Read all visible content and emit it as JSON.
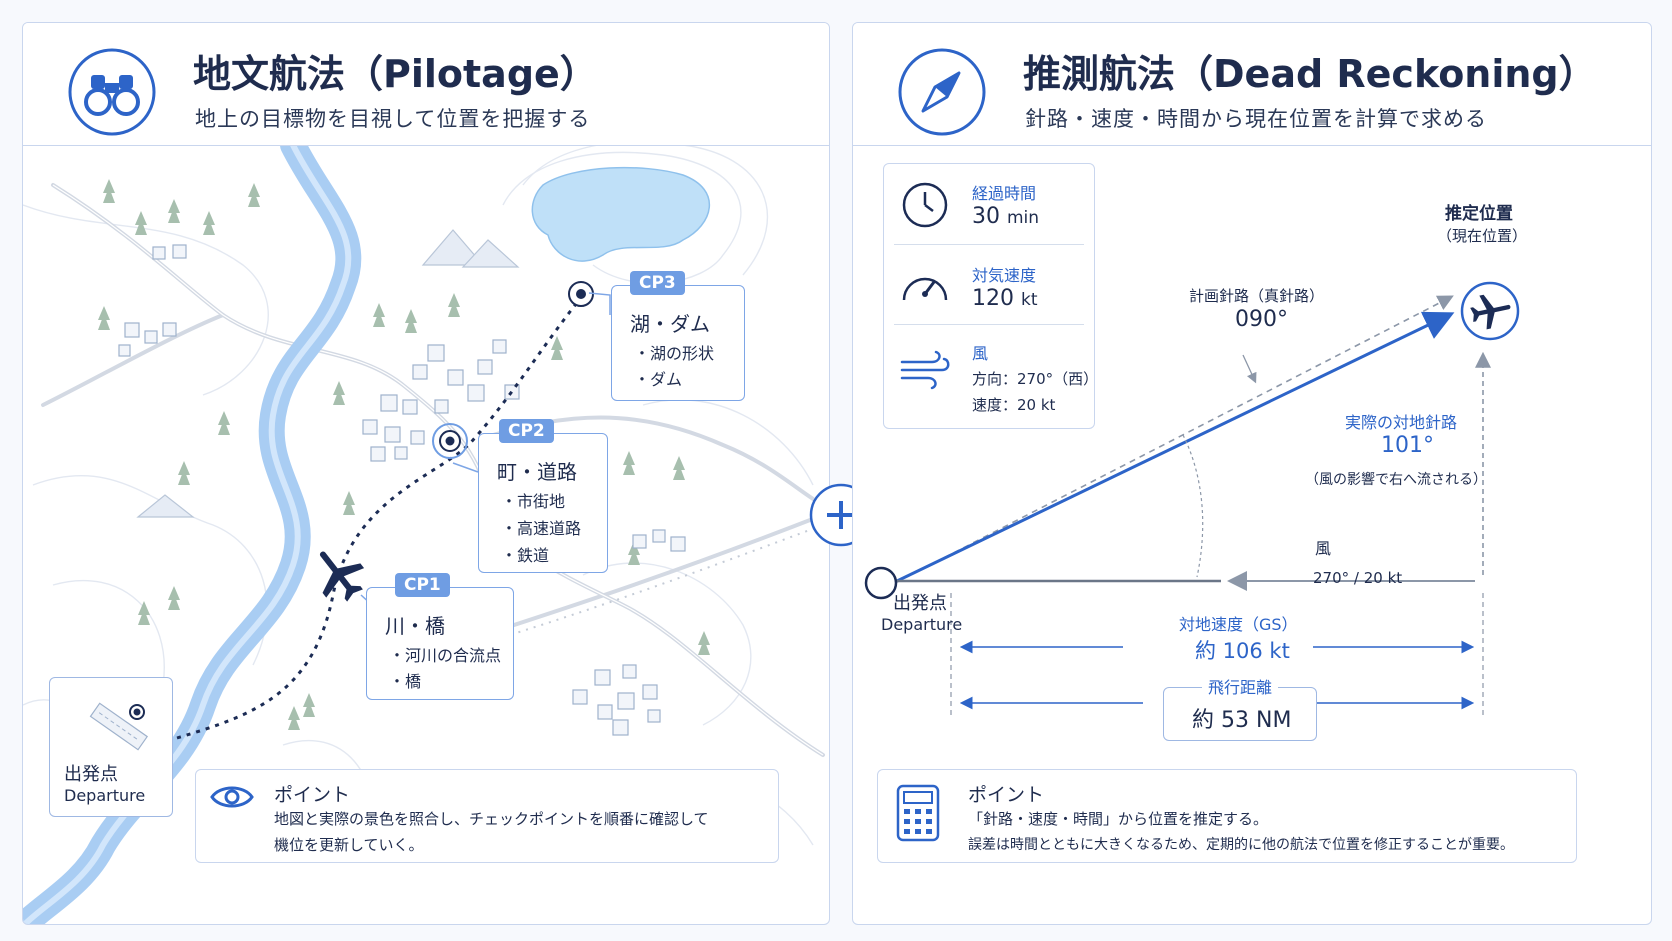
{
  "pilotage": {
    "title": "地文航法（Pilotage）",
    "subtitle": "地上の目標物を目視して位置を把握する",
    "departure": {
      "ja": "出発点",
      "en": "Departure"
    },
    "checkpoints": [
      {
        "tag": "CP1",
        "title": "川・橋",
        "items": [
          "・河川の合流点",
          "・橋"
        ]
      },
      {
        "tag": "CP2",
        "title": "町・道路",
        "items": [
          "・市街地",
          "・高速道路",
          "・鉄道"
        ]
      },
      {
        "tag": "CP3",
        "title": "湖・ダム",
        "items": [
          "・湖の形状",
          "・ダム"
        ]
      }
    ],
    "point": {
      "title": "ポイント",
      "lines": [
        "地図と実際の景色を照合し、チェックポイントを順番に確認して",
        "機位を更新していく。"
      ]
    }
  },
  "dead_reckoning": {
    "title": "推測航法（Dead Reckoning）",
    "subtitle": "針路・速度・時間から現在位置を計算で求める",
    "info": {
      "elapsed": {
        "label": "経過時間",
        "value": "30",
        "unit": "min"
      },
      "airspeed": {
        "label": "対気速度",
        "value": "120",
        "unit": "kt"
      },
      "wind": {
        "label": "風",
        "dir": "方向：270°（西）",
        "speed": "速度：20 kt"
      }
    },
    "estimated": {
      "line1": "推定位置",
      "line2": "（現在位置）"
    },
    "planned": {
      "label": "計画針路（真針路）",
      "value": "090°"
    },
    "actual": {
      "label": "実際の対地針路",
      "value": "101°",
      "note": "（風の影響で右へ流される）"
    },
    "wind_arrow": {
      "label": "風",
      "value": "270° / 20 kt"
    },
    "departure": {
      "ja": "出発点",
      "en": "Departure"
    },
    "groundspeed": {
      "label": "対地速度（GS）",
      "value": "約 106 kt"
    },
    "distance": {
      "label": "飛行距離",
      "value": "約 53 NM"
    },
    "point": {
      "title": "ポイント",
      "lines": [
        "「針路・速度・時間」から位置を推定する。",
        "誤差は時間とともに大きくなるため、定期的に他の航法で位置を修正することが重要。"
      ]
    }
  },
  "colors": {
    "accent": "#2d64c8",
    "navy": "#1f2c4e",
    "river": "#a9cdf3",
    "border": "#c9d6ee",
    "tag": "#6f9de3"
  },
  "icons": [
    "binoculars-icon",
    "compass-icon",
    "plus-icon",
    "airplane-icon",
    "eye-icon",
    "clock-icon",
    "gauge-icon",
    "wind-icon",
    "calculator-icon"
  ]
}
